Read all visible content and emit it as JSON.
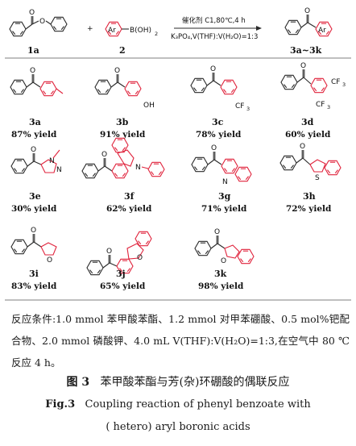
{
  "scheme": {
    "reactant_1_label": "1a",
    "reactant_2_label": "2",
    "reactant_2_ring": "Ar",
    "reactant_2_group": "B(OH)",
    "reactant_2_group_sub": "2",
    "plus": "+",
    "conditions_top": "催化剂 C1,80℃,4 h",
    "conditions_bottom": "K₃PO₄,V(THF):V(H₂O)=1:3",
    "product_label": "3a~3k",
    "product_ring": "Ar"
  },
  "atoms": {
    "oxygen": "O",
    "nitrogen": "N",
    "sulfur": "S",
    "cf3": "CF",
    "cf3_sub": "3",
    "oh": "OH"
  },
  "products": [
    {
      "id": "3a",
      "yield": "87% yield"
    },
    {
      "id": "3b",
      "yield": "91% yield"
    },
    {
      "id": "3c",
      "yield": "78% yield"
    },
    {
      "id": "3d",
      "yield": "60% yield"
    },
    {
      "id": "3e",
      "yield": "30% yield"
    },
    {
      "id": "3f",
      "yield": "62% yield"
    },
    {
      "id": "3g",
      "yield": "71% yield"
    },
    {
      "id": "3h",
      "yield": "72% yield"
    },
    {
      "id": "3i",
      "yield": "83% yield"
    },
    {
      "id": "3j",
      "yield": "65% yield"
    },
    {
      "id": "3k",
      "yield": "98% yield"
    }
  ],
  "notes": "反应条件:1.0 mmol 苯甲酸苯酯、1.2 mmol 对甲苯硼酸、0.5 mol%钯配合物、2.0 mmol 磷酸钾、4.0 mL V(THF):V(H₂O)=1:3,在空气中 80 ℃反应 4 h。",
  "figure": {
    "cn_label": "图 3",
    "cn_title": "苯甲酸苯酯与芳(杂)环硼酸的偶联反应",
    "en_label": "Fig.3",
    "en_title_line1": "Coupling reaction of phenyl benzoate with",
    "en_title_line2": "( hetero) aryl boronic acids"
  }
}
